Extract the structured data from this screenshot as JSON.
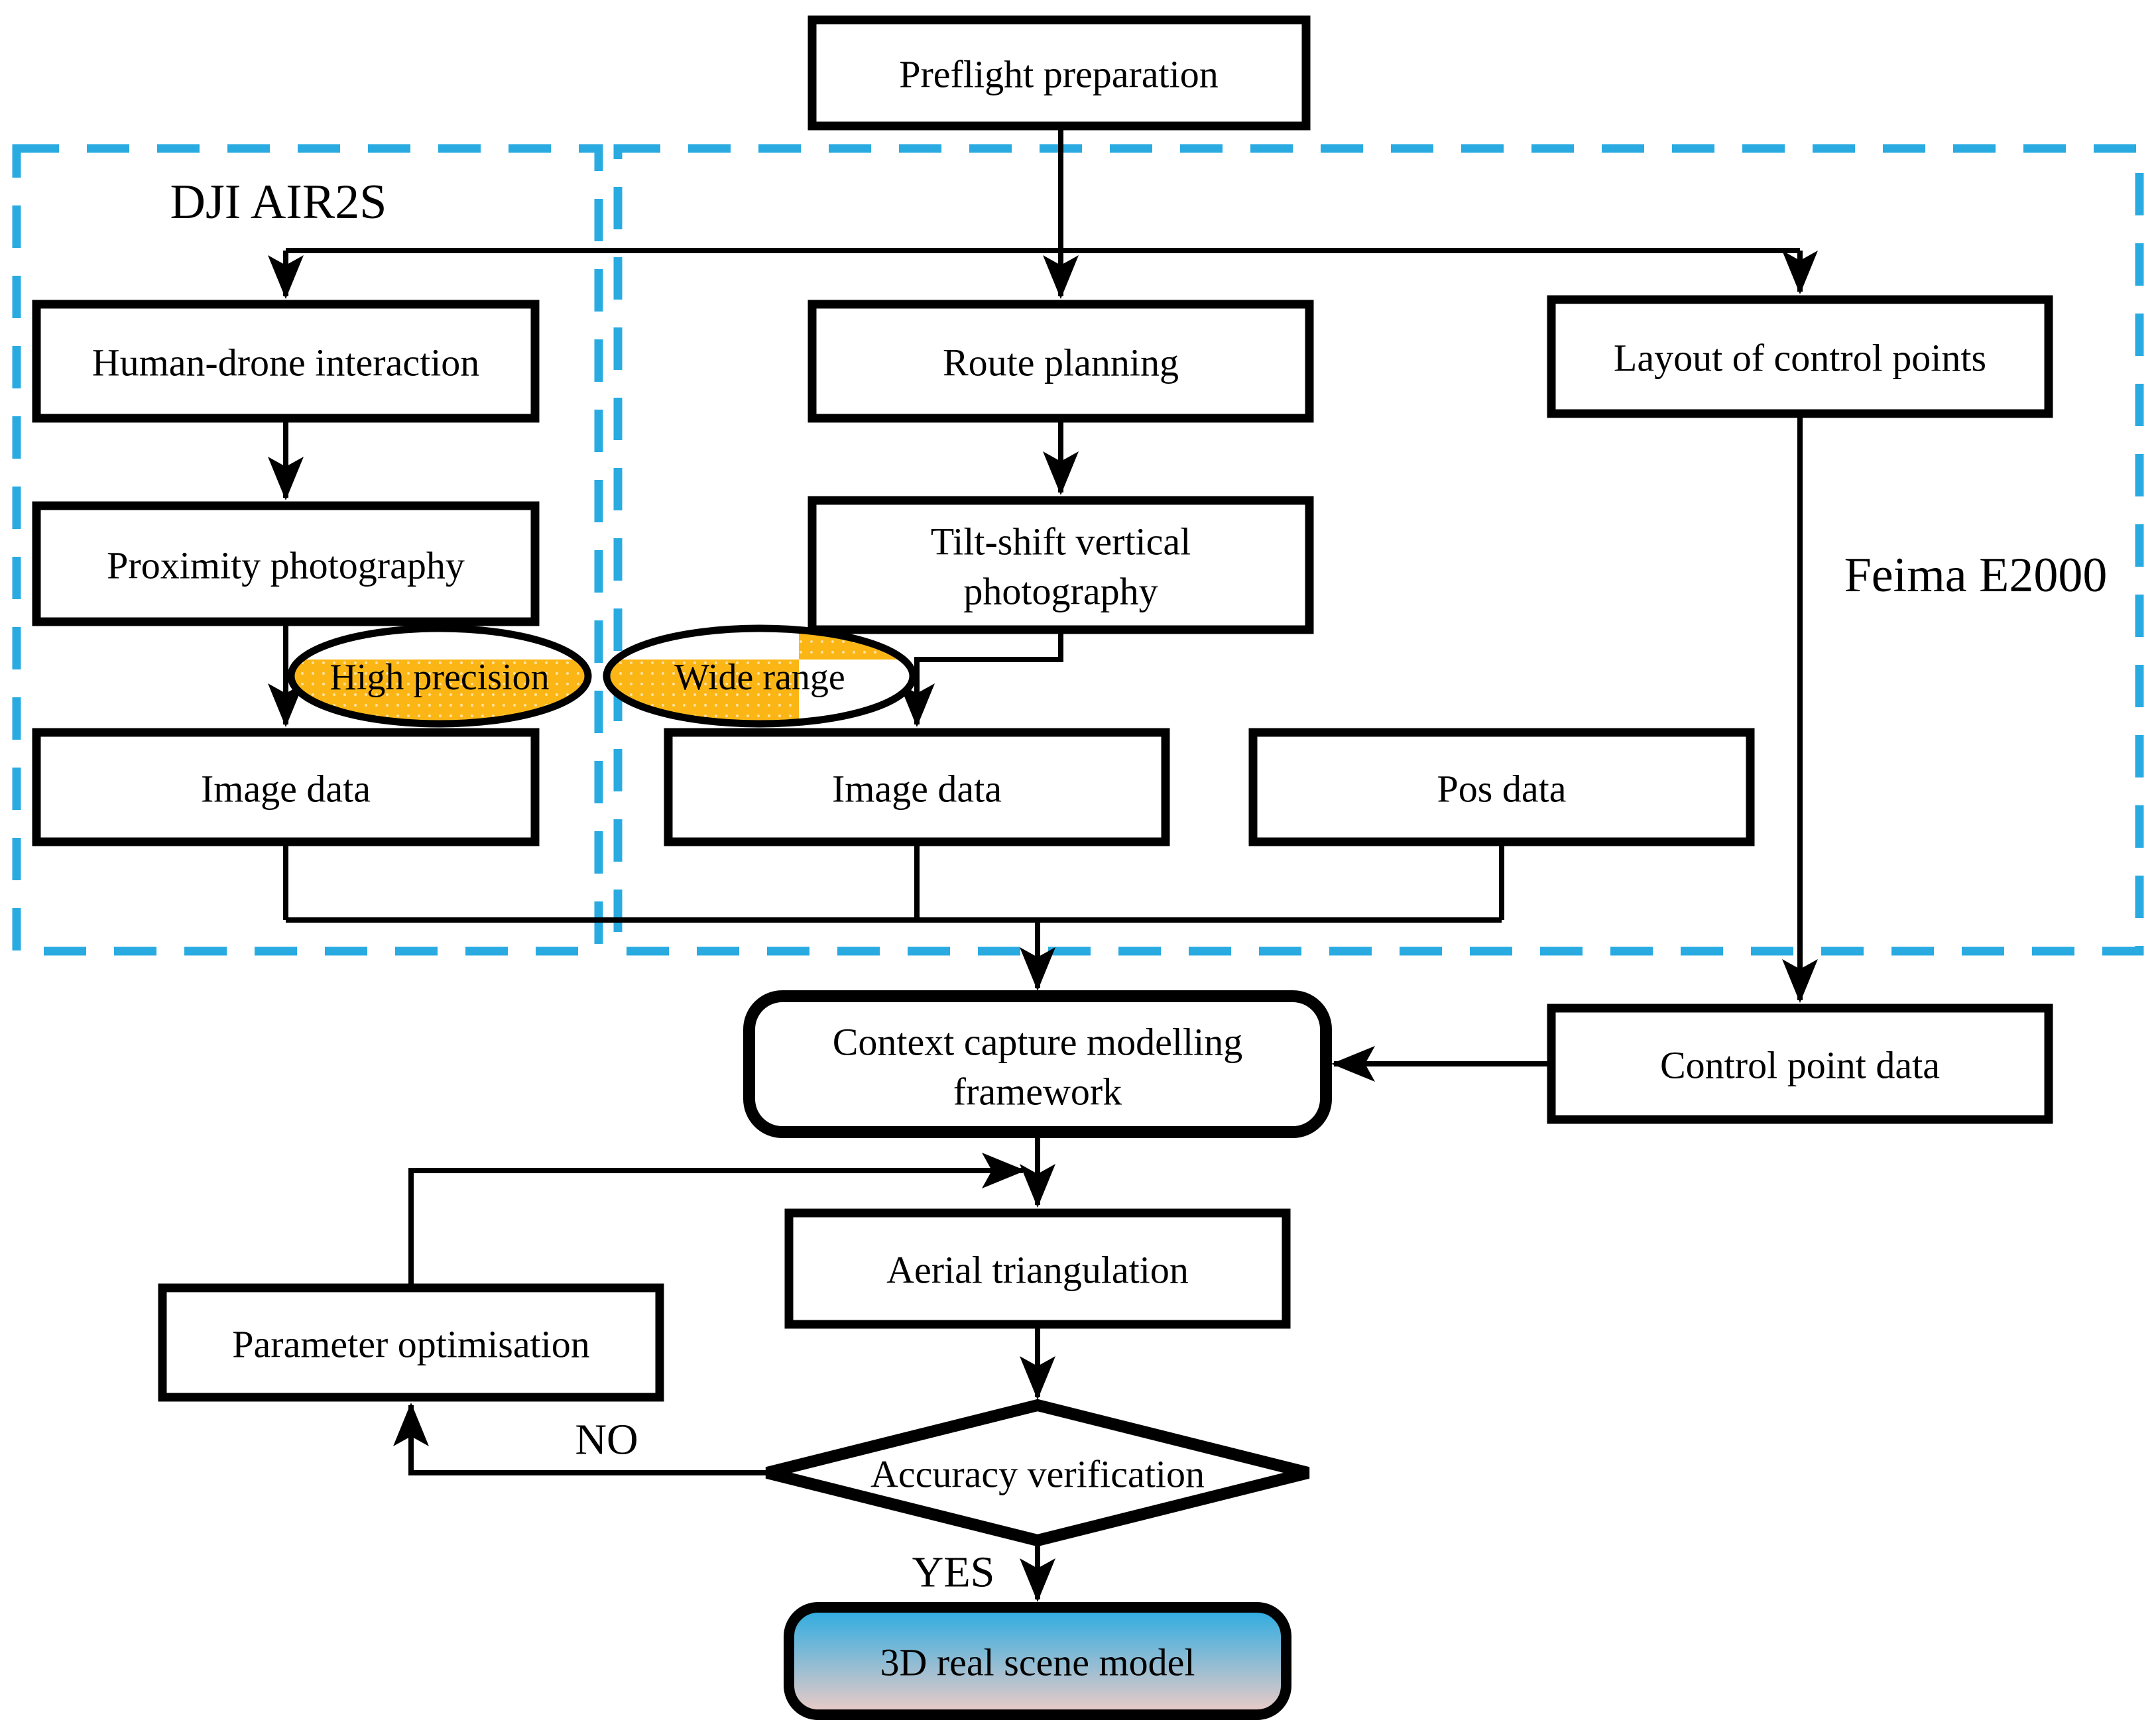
{
  "colors": {
    "cyan": "#29ABE2",
    "orange": "#FBB615",
    "gradient_top": "#29ABE2",
    "gradient_bottom": "#F0CCC6"
  },
  "groups": {
    "dji": "DJI AIR2S",
    "feima": "Feima E2000"
  },
  "nodes": {
    "preflight": "Preflight preparation",
    "human_drone": "Human-drone interaction",
    "proximity": "Proximity photography",
    "image_data_left": "Image data",
    "route_planning": "Route planning",
    "tilt_shift_line1": "Tilt-shift vertical",
    "tilt_shift_line2": "photography",
    "image_data_mid": "Image data",
    "pos_data": "Pos data",
    "layout_control_points": "Layout of control points",
    "control_point_data": "Control point data",
    "context_capture_line1": "Context capture modelling",
    "context_capture_line2": "framework",
    "aerial_triangulation": "Aerial triangulation",
    "parameter_optimisation": "Parameter optimisation",
    "accuracy_verification": "Accuracy verification",
    "model_3d": "3D real scene model"
  },
  "ellipses": {
    "high_precision": "High precision",
    "wide_range": "Wide range"
  },
  "edge_labels": {
    "no": "NO",
    "yes": "YES"
  }
}
